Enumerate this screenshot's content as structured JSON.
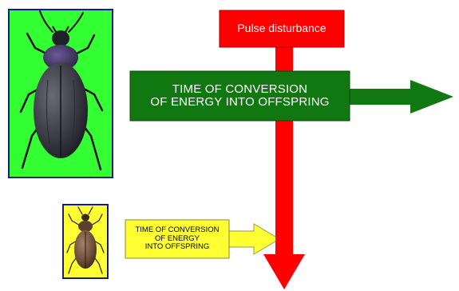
{
  "pulse_box": {
    "label": "Pulse disturbance",
    "fill": "#ff0000"
  },
  "green_box": {
    "line1": "TIME OF CONVERSION",
    "line2": "OF ENERGY INTO OFFSPRING",
    "fill": "#117711"
  },
  "yellow_box": {
    "line1": "TIME OF CONVERSION",
    "line2": "OF ENERGY",
    "line3": "INTO OFFSPRING",
    "fill": "#ffff33"
  },
  "colors": {
    "red_arrow": "#ff0000",
    "green_arrow": "#117711",
    "yellow_arrow": "#ffff33",
    "large_beetle_background": "#33ff33",
    "small_beetle_background": "#ffff33",
    "frame": "#1a1a8c"
  },
  "images": {
    "large_beetle": "beetle-image",
    "small_beetle": "beetle-image"
  }
}
